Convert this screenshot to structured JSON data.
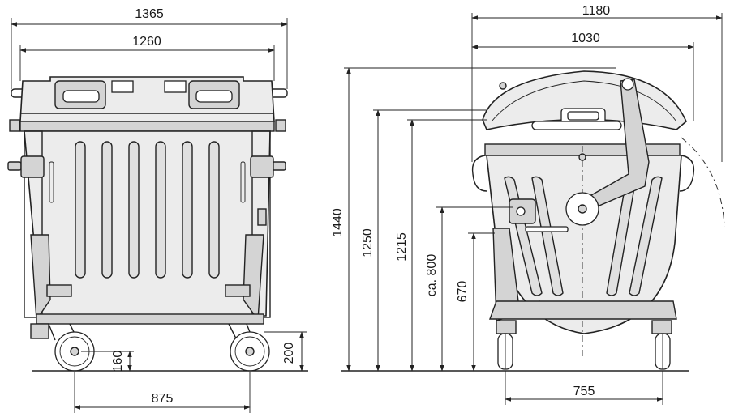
{
  "dimensions": {
    "overall_width": "1365",
    "body_width": "1260",
    "wheel_track_front": "875",
    "axle_height": "160",
    "chassis_height": "200",
    "side_overall_width": "1180",
    "side_body_width": "1030",
    "total_height": "1440",
    "height_1250": "1250",
    "height_1215": "1215",
    "height_ca800": "ca. 800",
    "height_670": "670",
    "wheel_track_side": "755"
  }
}
